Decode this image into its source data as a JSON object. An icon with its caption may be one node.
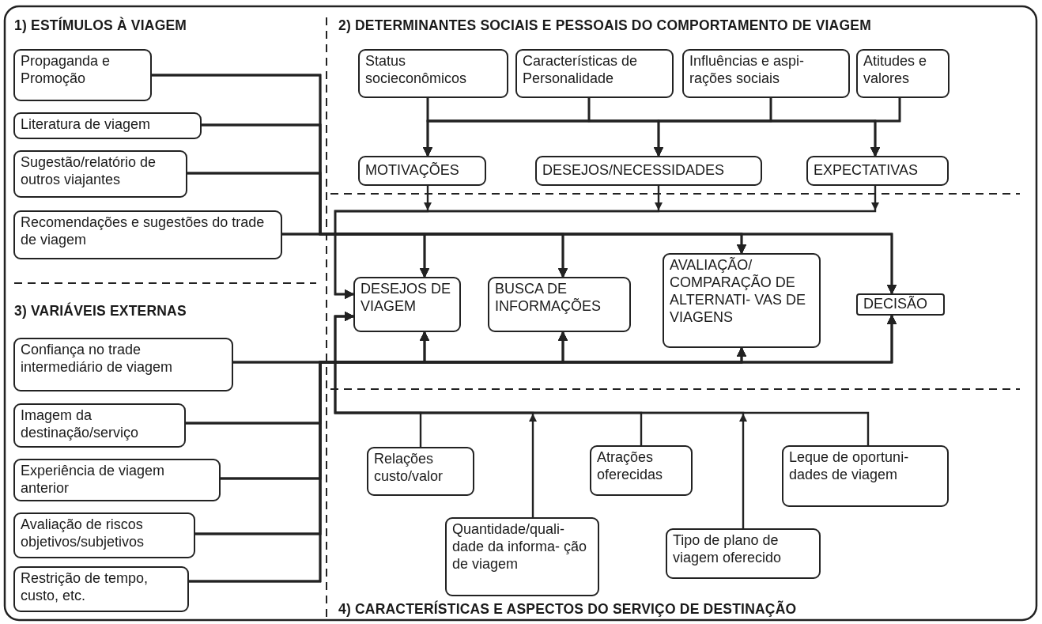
{
  "diagram": {
    "nodes": [
      {
        "text": [
          "Propaganda e Promoção"
        ]
      },
      {
        "text": [
          "Literatura de viagem"
        ]
      },
      {
        "text": [
          "Sugestão/relatório de outros viajantes"
        ]
      },
      {
        "text": [
          "Recomendações e sugestões do trade de viagem"
        ]
      },
      {
        "text": [
          "Status socieconômicos"
        ]
      },
      {
        "text": [
          "Características de Personalidade"
        ]
      },
      {
        "text": [
          "Influências e aspi- rações sociais"
        ]
      },
      {
        "text": [
          "Atitudes e valores"
        ]
      },
      {
        "text": [
          "MOTIVAÇÕES"
        ]
      },
      {
        "text": [
          "DESEJOS/NECESSIDADES"
        ]
      },
      {
        "text": [
          "EXPECTATIVAS"
        ]
      },
      {
        "text": [
          "DESEJOS DE VIAGEM"
        ]
      },
      {
        "text": [
          "BUSCA DE INFORMAÇÕES"
        ]
      },
      {
        "text": [
          "AVALIAÇÃO/ COMPARAÇÃO DE ALTERNATI- VAS DE VIAGENS"
        ]
      },
      {
        "text": [
          "DECISÃO"
        ]
      },
      {
        "text": [
          "Confiança no trade intermediário de viagem"
        ]
      },
      {
        "text": [
          "Imagem da destinação/serviço"
        ]
      },
      {
        "text": [
          "Experiência de viagem anterior"
        ]
      },
      {
        "text": [
          "Avaliação de riscos objetivos/subjetivos"
        ]
      },
      {
        "text": [
          "Restrição de tempo, custo, etc."
        ]
      },
      {
        "text": [
          "Relações custo/valor"
        ]
      },
      {
        "text": [
          "Atrações oferecidas"
        ]
      },
      {
        "text": [
          "Leque de oportuni- dades de viagem"
        ]
      },
      {
        "text": [
          "Quantidade/quali- dade da informa- ção de viagem"
        ]
      },
      {
        "text": [
          "Tipo de plano de viagem oferecido"
        ]
      }
    ],
    "edges": [
      {
        "from": 0,
        "to": 11,
        "arrow": "to"
      },
      {
        "from": 0,
        "to": 12,
        "arrow": "to"
      },
      {
        "from": 0,
        "to": 13,
        "arrow": "to"
      },
      {
        "from": 0,
        "to": 14,
        "arrow": "to"
      },
      {
        "from": 1,
        "to": 11,
        "arrow": "to"
      },
      {
        "from": 1,
        "to": 12,
        "arrow": "to"
      },
      {
        "from": 1,
        "to": 13,
        "arrow": "to"
      },
      {
        "from": 1,
        "to": 14,
        "arrow": "to"
      },
      {
        "from": 2,
        "to": 11,
        "arrow": "to"
      },
      {
        "from": 2,
        "to": 12,
        "arrow": "to"
      },
      {
        "from": 2,
        "to": 13,
        "arrow": "to"
      },
      {
        "from": 2,
        "to": 14,
        "arrow": "to"
      },
      {
        "from": 3,
        "to": 11,
        "arrow": "to"
      },
      {
        "from": 3,
        "to": 12,
        "arrow": "to"
      },
      {
        "from": 3,
        "to": 13,
        "arrow": "to"
      },
      {
        "from": 3,
        "to": 14,
        "arrow": "to"
      },
      {
        "from": 4,
        "to": 8,
        "arrow": "to"
      },
      {
        "from": 4,
        "to": 9,
        "arrow": "to"
      },
      {
        "from": 4,
        "to": 10,
        "arrow": "to"
      },
      {
        "from": 5,
        "to": 8,
        "arrow": "to"
      },
      {
        "from": 5,
        "to": 9,
        "arrow": "to"
      },
      {
        "from": 5,
        "to": 10,
        "arrow": "to"
      },
      {
        "from": 6,
        "to": 8,
        "arrow": "to"
      },
      {
        "from": 6,
        "to": 9,
        "arrow": "to"
      },
      {
        "from": 6,
        "to": 10,
        "arrow": "to"
      },
      {
        "from": 7,
        "to": 8,
        "arrow": "to"
      },
      {
        "from": 7,
        "to": 9,
        "arrow": "to"
      },
      {
        "from": 7,
        "to": 10,
        "arrow": "to"
      },
      {
        "from": 8,
        "to": 11,
        "arrow": "to"
      },
      {
        "from": 9,
        "to": 11,
        "arrow": "to"
      },
      {
        "from": 10,
        "to": 11,
        "arrow": "to"
      },
      {
        "from": 15,
        "to": 11,
        "arrow": "to"
      },
      {
        "from": 15,
        "to": 12,
        "arrow": "to"
      },
      {
        "from": 15,
        "to": 13,
        "arrow": "to"
      },
      {
        "from": 15,
        "to": 14,
        "arrow": "to"
      },
      {
        "from": 16,
        "to": 11,
        "arrow": "to"
      },
      {
        "from": 16,
        "to": 12,
        "arrow": "to"
      },
      {
        "from": 16,
        "to": 13,
        "arrow": "to"
      },
      {
        "from": 16,
        "to": 14,
        "arrow": "to"
      },
      {
        "from": 17,
        "to": 11,
        "arrow": "to"
      },
      {
        "from": 17,
        "to": 12,
        "arrow": "to"
      },
      {
        "from": 17,
        "to": 13,
        "arrow": "to"
      },
      {
        "from": 17,
        "to": 14,
        "arrow": "to"
      },
      {
        "from": 18,
        "to": 11,
        "arrow": "to"
      },
      {
        "from": 18,
        "to": 12,
        "arrow": "to"
      },
      {
        "from": 18,
        "to": 13,
        "arrow": "to"
      },
      {
        "from": 18,
        "to": 14,
        "arrow": "to"
      },
      {
        "from": 19,
        "to": 11,
        "arrow": "to"
      },
      {
        "from": 19,
        "to": 12,
        "arrow": "to"
      },
      {
        "from": 19,
        "to": 13,
        "arrow": "to"
      },
      {
        "from": 19,
        "to": 14,
        "arrow": "to"
      },
      {
        "from": 20,
        "to": 11,
        "arrow": "to"
      },
      {
        "from": 21,
        "to": 11,
        "arrow": "to"
      },
      {
        "from": 22,
        "to": 11,
        "arrow": "to"
      },
      {
        "from": 23,
        "to": 11,
        "arrow": "to"
      },
      {
        "from": 24,
        "to": 11,
        "arrow": "to"
      }
    ],
    "labels": [
      "1) ESTÍMULOS À VIAGEM",
      "2) DETERMINANTES SOCIAIS E PESSOAIS DO COMPORTAMENTO DE VIAGEM",
      "3) VARIÁVEIS EXTERNAS",
      "4) CARACTERÍSTICAS E ASPECTOS DO SERVIÇO DE DESTINAÇÃO"
    ]
  }
}
